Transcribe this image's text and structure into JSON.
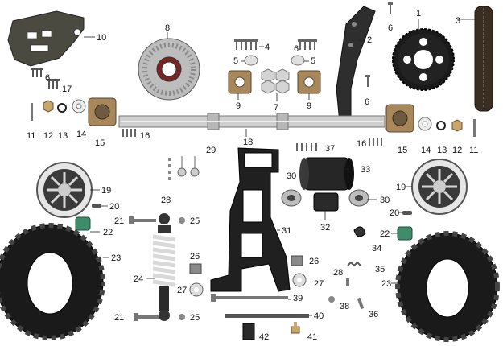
{
  "diagram": {
    "kind": "exploded-parts-view",
    "subject": "ATV rear axle, swingarm, wheels and suspension",
    "colors": {
      "background": "#ffffff",
      "metal_dark": "#2b2b2b",
      "metal_mid": "#6e6e6e",
      "metal_light": "#c8c8c8",
      "bronze": "#a8875a",
      "rubber": "#1a1a1a",
      "spring": "#d9d9d9",
      "accent_green": "#3f8c6a",
      "label": "#111111"
    },
    "part_numbers": [
      "1",
      "2",
      "3",
      "4",
      "5",
      "6",
      "7",
      "8",
      "9",
      "10",
      "11",
      "12",
      "13",
      "14",
      "15",
      "16",
      "17",
      "18",
      "19",
      "20",
      "21",
      "22",
      "23",
      "24",
      "25",
      "26",
      "27",
      "28",
      "29",
      "30",
      "31",
      "32",
      "33",
      "34",
      "35",
      "36",
      "37",
      "38",
      "39",
      "40",
      "41",
      "42"
    ],
    "callouts": [
      {
        "id": "1",
        "label": "1"
      },
      {
        "id": "2",
        "label": "2"
      },
      {
        "id": "3",
        "label": "3"
      },
      {
        "id": "4",
        "label": "4"
      },
      {
        "id": "5a",
        "label": "5"
      },
      {
        "id": "5b",
        "label": "5"
      },
      {
        "id": "6a",
        "label": "6"
      },
      {
        "id": "6b",
        "label": "6"
      },
      {
        "id": "6c",
        "label": "6"
      },
      {
        "id": "6d",
        "label": "6"
      },
      {
        "id": "7",
        "label": "7"
      },
      {
        "id": "8",
        "label": "8"
      },
      {
        "id": "9a",
        "label": "9"
      },
      {
        "id": "9b",
        "label": "9"
      },
      {
        "id": "10",
        "label": "10"
      },
      {
        "id": "11a",
        "label": "11"
      },
      {
        "id": "11b",
        "label": "11"
      },
      {
        "id": "12a",
        "label": "12"
      },
      {
        "id": "12b",
        "label": "12"
      },
      {
        "id": "13a",
        "label": "13"
      },
      {
        "id": "13b",
        "label": "13"
      },
      {
        "id": "14a",
        "label": "14"
      },
      {
        "id": "14b",
        "label": "14"
      },
      {
        "id": "15a",
        "label": "15"
      },
      {
        "id": "15b",
        "label": "15"
      },
      {
        "id": "16a",
        "label": "16"
      },
      {
        "id": "16b",
        "label": "16"
      },
      {
        "id": "17",
        "label": "17"
      },
      {
        "id": "18",
        "label": "18"
      },
      {
        "id": "19a",
        "label": "19"
      },
      {
        "id": "19b",
        "label": "19"
      },
      {
        "id": "20a",
        "label": "20"
      },
      {
        "id": "20b",
        "label": "20"
      },
      {
        "id": "21a",
        "label": "21"
      },
      {
        "id": "21b",
        "label": "21"
      },
      {
        "id": "22a",
        "label": "22"
      },
      {
        "id": "22b",
        "label": "22"
      },
      {
        "id": "23a",
        "label": "23"
      },
      {
        "id": "23b",
        "label": "23"
      },
      {
        "id": "24",
        "label": "24"
      },
      {
        "id": "25a",
        "label": "25"
      },
      {
        "id": "25b",
        "label": "25"
      },
      {
        "id": "26a",
        "label": "26"
      },
      {
        "id": "26b",
        "label": "26"
      },
      {
        "id": "27a",
        "label": "27"
      },
      {
        "id": "27b",
        "label": "27"
      },
      {
        "id": "28a",
        "label": "28"
      },
      {
        "id": "28b",
        "label": "28"
      },
      {
        "id": "29",
        "label": "29"
      },
      {
        "id": "30a",
        "label": "30"
      },
      {
        "id": "30b",
        "label": "30"
      },
      {
        "id": "31",
        "label": "31"
      },
      {
        "id": "32",
        "label": "32"
      },
      {
        "id": "33",
        "label": "33"
      },
      {
        "id": "34",
        "label": "34"
      },
      {
        "id": "35",
        "label": "35"
      },
      {
        "id": "36",
        "label": "36"
      },
      {
        "id": "37",
        "label": "37"
      },
      {
        "id": "38",
        "label": "38"
      },
      {
        "id": "39",
        "label": "39"
      },
      {
        "id": "40",
        "label": "40"
      },
      {
        "id": "41",
        "label": "41"
      },
      {
        "id": "42",
        "label": "42"
      }
    ]
  }
}
